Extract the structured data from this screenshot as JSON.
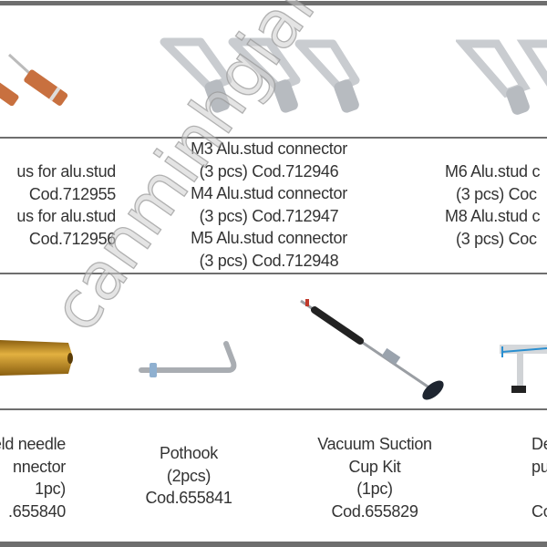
{
  "row1": {
    "left_lines": [
      "us for alu.stud",
      "Cod.712955",
      "us for alu.stud",
      "Cod.712956"
    ],
    "middle_lines": [
      "M3 Alu.stud connector",
      "(3 pcs)  Cod.712946",
      "M4 Alu.stud connector",
      "(3 pcs)  Cod.712947",
      "M5 Alu.stud connector",
      "(3 pcs)  Cod.712948"
    ],
    "right_lines": [
      "M6 Alu.stud c",
      "(3 pcs)  Coc",
      "M8 Alu.stud c",
      "(3 pcs)  Coc"
    ]
  },
  "row2": {
    "left_lines": [
      "veld needle",
      "nnector",
      "1pc)",
      ".655840"
    ],
    "pothook_lines": [
      "Pothook",
      "(2pcs)",
      "Cod.655841"
    ],
    "vacuum_lines": [
      "Vacuum Suction",
      "Cup Kit",
      "(1pc)",
      "Cod.655829"
    ],
    "right_lines": [
      "De",
      "pu",
      "",
      "Co"
    ]
  },
  "watermark": "canminhgiang.net",
  "colors": {
    "rule": "#6e6e6e",
    "text": "#333333",
    "copper": "#c8703f",
    "gold": "#c9951e",
    "aluminum": "#c9ccd0"
  }
}
